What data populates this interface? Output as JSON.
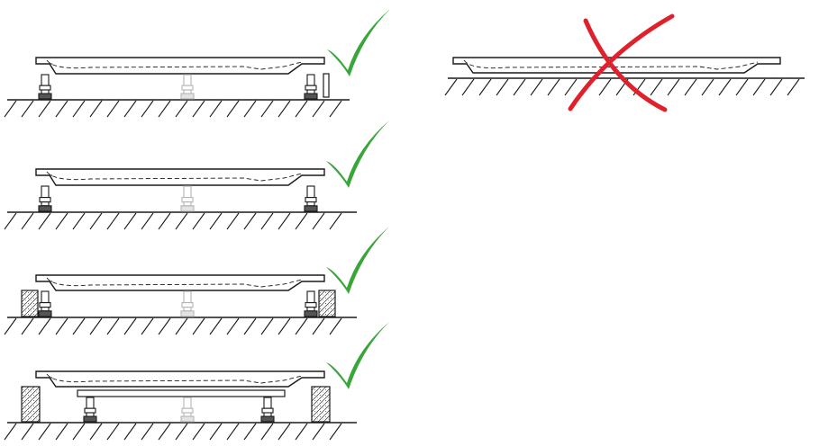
{
  "colors": {
    "line": "#1a1a1a",
    "leg_grey": "#b5b5b5",
    "check": "#3aa63a",
    "cross": "#e0202c",
    "background": "#ffffff"
  },
  "diagrams": [
    {
      "id": "install-1",
      "verdict": "correct",
      "verdict_icon": "check-icon",
      "support": "adjustable-feet-with-front-apron"
    },
    {
      "id": "install-2",
      "verdict": "correct",
      "verdict_icon": "check-icon",
      "support": "adjustable-feet"
    },
    {
      "id": "install-3",
      "verdict": "correct",
      "verdict_icon": "check-icon",
      "support": "adjustable-feet-with-brick-blocks"
    },
    {
      "id": "install-4",
      "verdict": "correct",
      "verdict_icon": "check-icon",
      "support": "frame-on-feet-with-brick-blocks"
    },
    {
      "id": "install-5",
      "verdict": "incorrect",
      "verdict_icon": "cross-icon",
      "support": "tray-directly-on-floor"
    }
  ]
}
